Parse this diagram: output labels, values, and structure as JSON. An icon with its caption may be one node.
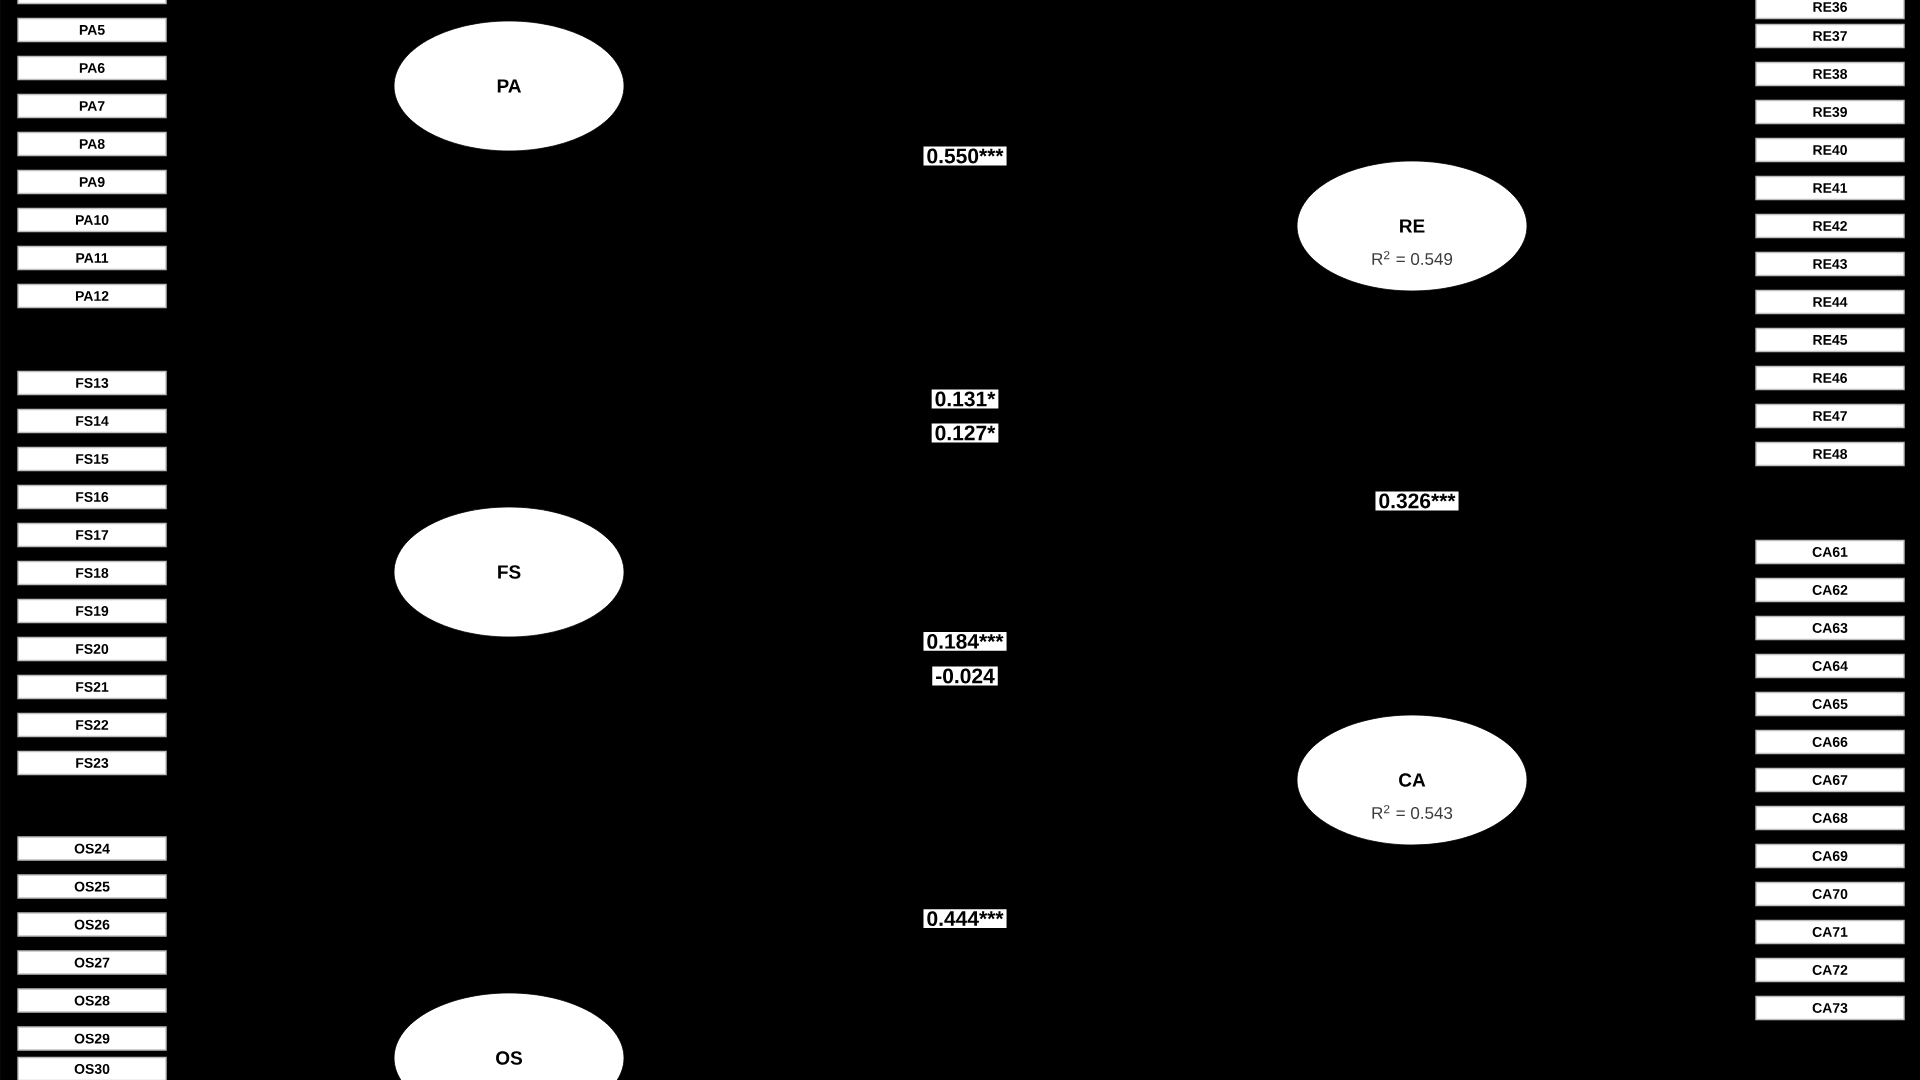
{
  "diagram": {
    "nodes": [
      {
        "text": [],
        "shape": "box"
      },
      {
        "text": [
          "PA5"
        ]
      },
      {
        "text": [
          "PA6"
        ]
      },
      {
        "text": [
          "PA7"
        ]
      },
      {
        "text": [
          "PA8"
        ]
      },
      {
        "text": [
          "PA9"
        ]
      },
      {
        "text": [
          "PA10"
        ]
      },
      {
        "text": [
          "PA11"
        ]
      },
      {
        "text": [
          "PA12"
        ]
      },
      {
        "text": [
          "FS13"
        ]
      },
      {
        "text": [
          "FS14"
        ]
      },
      {
        "text": [
          "FS15"
        ]
      },
      {
        "text": [
          "FS16"
        ]
      },
      {
        "text": [
          "FS17"
        ]
      },
      {
        "text": [
          "FS18"
        ]
      },
      {
        "text": [
          "FS19"
        ]
      },
      {
        "text": [
          "FS20"
        ]
      },
      {
        "text": [
          "FS21"
        ]
      },
      {
        "text": [
          "FS22"
        ]
      },
      {
        "text": [
          "FS23"
        ]
      },
      {
        "text": [
          "OS24"
        ]
      },
      {
        "text": [
          "OS25"
        ]
      },
      {
        "text": [
          "OS26"
        ]
      },
      {
        "text": [
          "OS27"
        ]
      },
      {
        "text": [
          "OS28"
        ]
      },
      {
        "text": [
          "OS29"
        ]
      },
      {
        "text": [
          "OS30"
        ]
      },
      {
        "text": [
          "PA"
        ]
      },
      {
        "text": [
          "FS"
        ]
      },
      {
        "text": [
          "OS"
        ]
      },
      {
        "text": [
          "RE",
          "R$^{2}$ = 0.549"
        ]
      },
      {
        "text": [
          "CA",
          "R$^{2}$ = 0.543"
        ]
      },
      {
        "text": [
          "RE36"
        ]
      },
      {
        "text": [
          "RE37"
        ]
      },
      {
        "text": [
          "RE38"
        ]
      },
      {
        "text": [
          "RE39"
        ]
      },
      {
        "text": [
          "RE40"
        ]
      },
      {
        "text": [
          "RE41"
        ]
      },
      {
        "text": [
          "RE42"
        ]
      },
      {
        "text": [
          "RE43"
        ]
      },
      {
        "text": [
          "RE44"
        ]
      },
      {
        "text": [
          "RE45"
        ]
      },
      {
        "text": [
          "RE46"
        ]
      },
      {
        "text": [
          "RE47"
        ]
      },
      {
        "text": [
          "RE48"
        ]
      },
      {
        "text": [
          "CA61"
        ]
      },
      {
        "text": [
          "CA62"
        ]
      },
      {
        "text": [
          "CA63"
        ]
      },
      {
        "text": [
          "CA64"
        ]
      },
      {
        "text": [
          "CA65"
        ]
      },
      {
        "text": [
          "CA66"
        ]
      },
      {
        "text": [
          "CA67"
        ]
      },
      {
        "text": [
          "CA68"
        ]
      },
      {
        "text": [
          "CA69"
        ]
      },
      {
        "text": [
          "CA70"
        ]
      },
      {
        "text": [
          "CA71"
        ]
      },
      {
        "text": [
          "CA72"
        ]
      },
      {
        "text": [
          "CA73"
        ]
      }
    ],
    "labels": [
      "0.550***",
      "0.131*",
      "0.127*",
      "0.326***",
      "0.184***",
      "-0.024",
      "0.444***"
    ]
  }
}
